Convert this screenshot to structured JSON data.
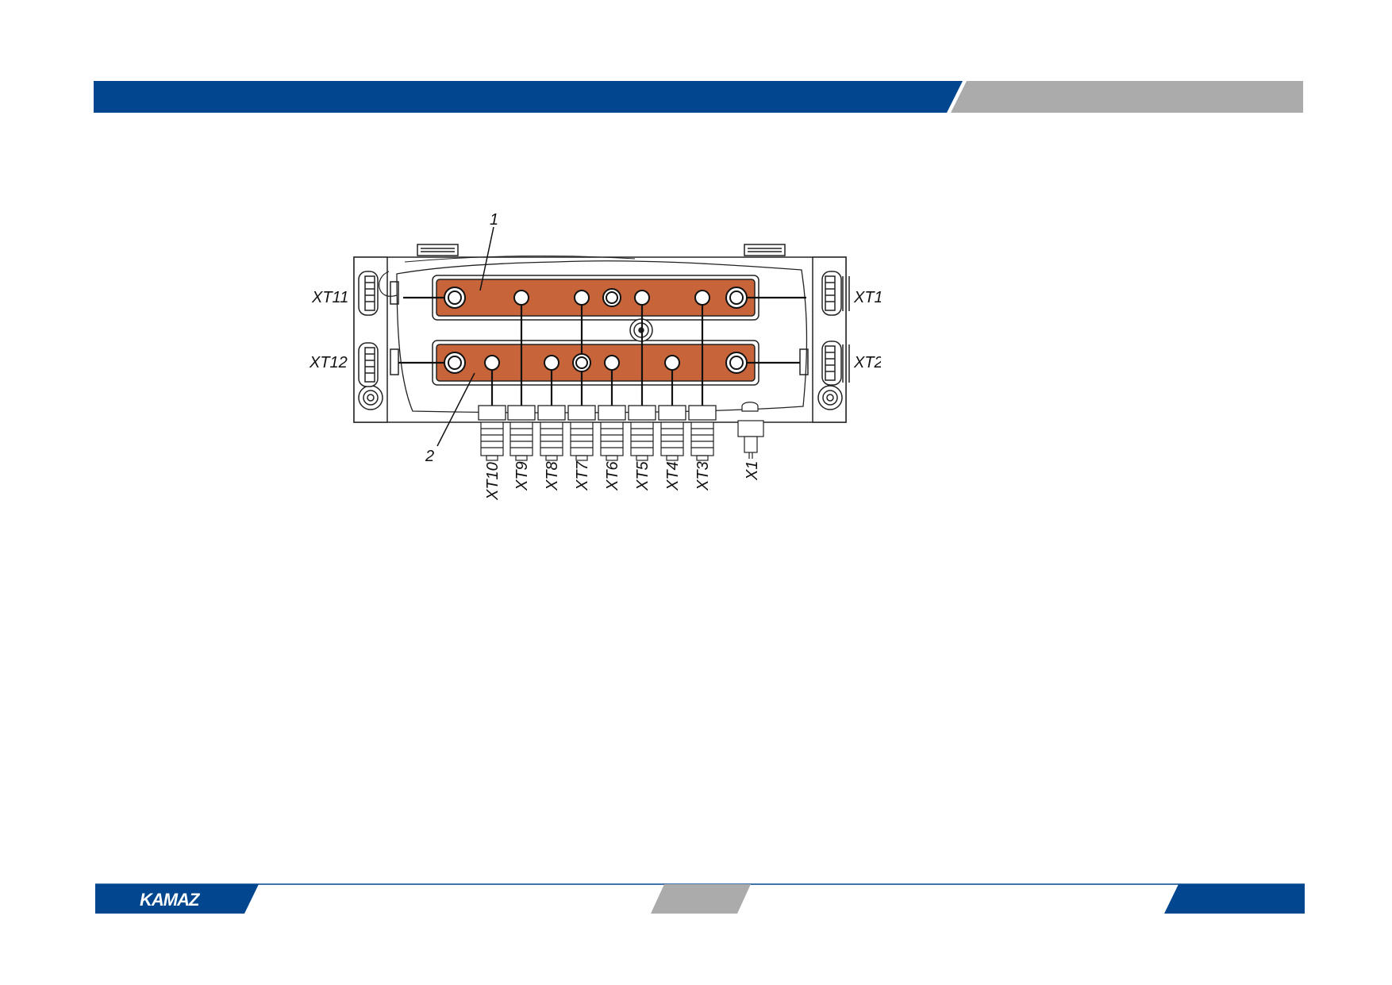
{
  "brand": {
    "name": "KAMAZ"
  },
  "colors": {
    "brand_blue": "#02468F",
    "band_gray": "#ABABAB",
    "busbar_copper": "#C8643A"
  },
  "diagram": {
    "callouts": {
      "top_busbar": "1",
      "bottom_busbar": "2"
    },
    "side_connectors": {
      "left_top": "XT11",
      "left_bottom": "XT12",
      "right_top": "XT1",
      "right_bottom": "XT2"
    },
    "bottom_connectors": [
      "XT10",
      "XT9",
      "XT8",
      "XT7",
      "XT6",
      "XT5",
      "XT4",
      "XT3",
      "X1"
    ]
  }
}
